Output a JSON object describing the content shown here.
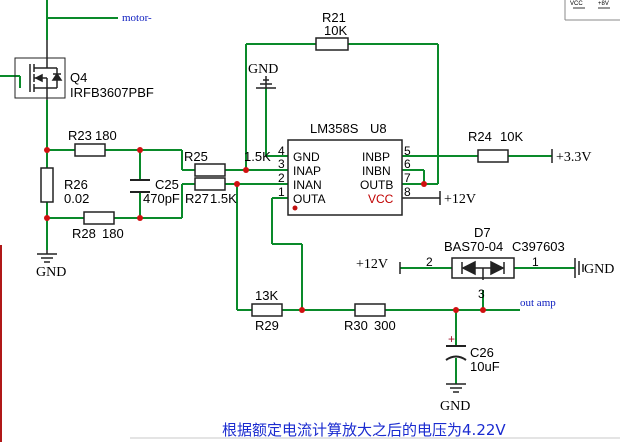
{
  "nets": {
    "motor": "motor-",
    "gnd": "GND",
    "plus3v3": "+3.3V",
    "plus12v": "+12V",
    "out_amp": "out amp"
  },
  "components": {
    "q4": {
      "ref": "Q4",
      "value": "IRFB3607PBF"
    },
    "r21": {
      "ref": "R21",
      "value": "10K"
    },
    "r23": {
      "ref": "R23",
      "value": "180"
    },
    "r24": {
      "ref": "R24",
      "value": "10K"
    },
    "r25": {
      "ref": "R25",
      "value": "1.5K"
    },
    "r26": {
      "ref": "R26",
      "value": "0.02"
    },
    "r27": {
      "ref": "R27",
      "value": "1.5K"
    },
    "r28": {
      "ref": "R28",
      "value": "180"
    },
    "r29": {
      "ref": "R29",
      "value": "13K"
    },
    "r30": {
      "ref": "R30",
      "value": "300"
    },
    "c25": {
      "ref": "C25",
      "value": "470pF"
    },
    "c26": {
      "ref": "C26",
      "value": "10uF"
    },
    "d7": {
      "ref": "D7",
      "part": "BAS70-04",
      "code": "C397603"
    },
    "u8": {
      "ref": "U8",
      "part": "LM358S"
    }
  },
  "u8_pins": {
    "gnd": {
      "num": "4",
      "name": "GND"
    },
    "inap": {
      "num": "3",
      "name": "INAP"
    },
    "inan": {
      "num": "2",
      "name": "INAN"
    },
    "outa": {
      "num": "1",
      "name": "OUTA"
    },
    "inbp": {
      "num": "5",
      "name": "INBP"
    },
    "inbn": {
      "num": "6",
      "name": "INBN"
    },
    "outb": {
      "num": "7",
      "name": "OUTB"
    },
    "vcc": {
      "num": "8",
      "name": "VCC"
    }
  },
  "d7_pins": {
    "p1": "1",
    "p2": "2",
    "p3": "3"
  },
  "c26_polarity": "+",
  "corner_labels": {
    "vcc": "VCC",
    "plus8v": "+8V"
  },
  "annotation": "根据额定电流计算放大之后的电压为4.22V",
  "colors": {
    "wire": "#0a8a2a",
    "pin_text": "#a0102a",
    "note": "#1a2bd0",
    "net_label": "#1020c0",
    "junction": "#d01010"
  }
}
